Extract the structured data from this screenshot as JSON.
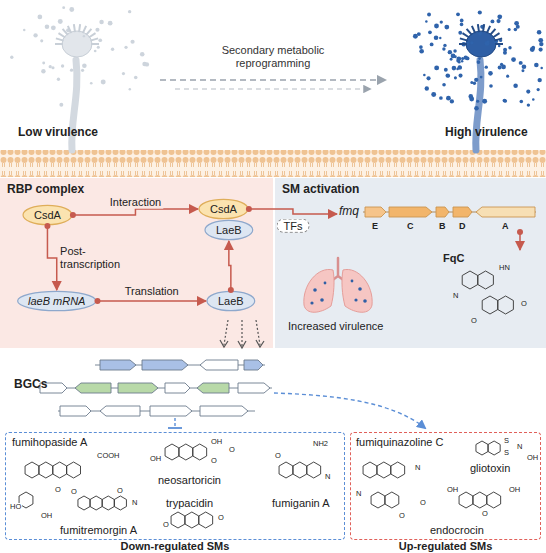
{
  "diagram": {
    "nodes": [
      {
        "text": [
          "RBP complex"
        ]
      },
      {
        "text": [
          "CsdA"
        ],
        "in": 0
      },
      {
        "text": [
          "laeB mRNA"
        ],
        "in": 0
      },
      {
        "text": [
          "CsdA"
        ],
        "in": 0
      },
      {
        "text": [
          "LaeB"
        ],
        "in": 0
      },
      {
        "text": [
          "LaeB"
        ],
        "in": 0
      },
      {
        "text": [
          "SM activation"
        ]
      },
      {
        "text": [
          "fmq"
        ],
        "in": 6
      },
      {
        "text": [
          "FqC"
        ],
        "in": 6
      },
      {
        "text": [
          "Down-regulated SMs"
        ]
      },
      {
        "text": [
          "Up-regulated SMs"
        ]
      }
    ],
    "edges": [
      {
        "from": 1,
        "to": 3,
        "label": "Interaction",
        "arrow": "to"
      },
      {
        "from": 1,
        "to": 2,
        "label": "Post-transcription",
        "arrow": "to"
      },
      {
        "from": 2,
        "to": 5,
        "label": "Translation",
        "arrow": "to"
      },
      {
        "from": 5,
        "to": 4,
        "arrow": "to"
      },
      {
        "from": 3,
        "to": 7,
        "label": "TFs",
        "arrow": "to"
      },
      {
        "from": 7,
        "to": 8,
        "arrow": "to"
      }
    ],
    "labels": [
      "Low virulence",
      "High virulence",
      "Secondary metabolic reprogramming",
      "E",
      "C",
      "B",
      "D",
      "A",
      "Increased virulence",
      "BGCs",
      "fumihopaside A",
      "neosartoricin",
      "fumitremorgin A",
      "trypacidin",
      "fumiganin A",
      "fumiquinazoline C",
      "gliotoxin",
      "endocrocin",
      "HO",
      "OH",
      "O",
      "COOH",
      "OH",
      "OH",
      "O",
      "O",
      "O",
      "O",
      "N",
      "O",
      "O",
      "NH2",
      "O",
      "N",
      "N",
      "N",
      "O",
      "O",
      "S",
      "S",
      "N",
      "OH",
      "OH",
      "O",
      "OH",
      "N",
      "HN",
      "O",
      "O"
    ]
  }
}
